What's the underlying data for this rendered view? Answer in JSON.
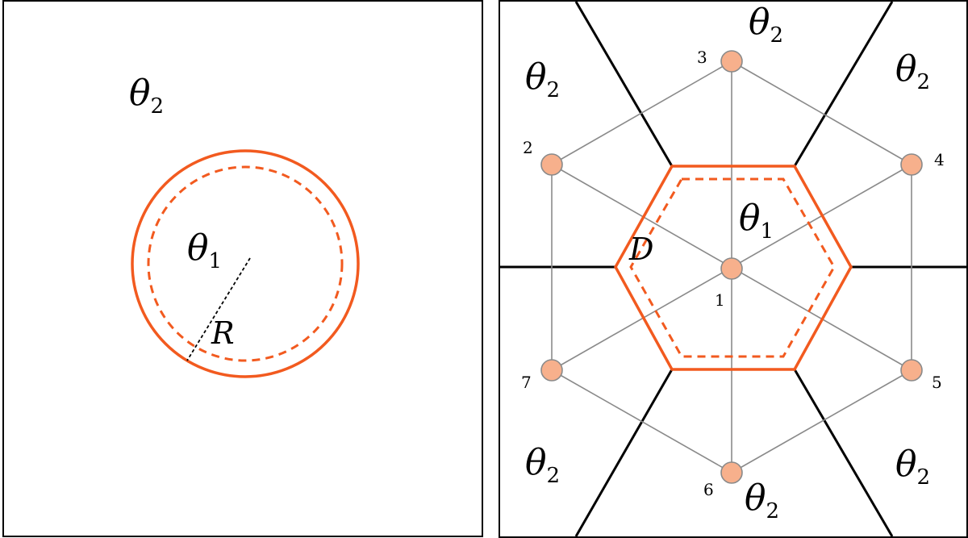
{
  "left": {
    "outer_label": {
      "main": "θ",
      "sub": "2"
    },
    "inner_label": {
      "main": "θ",
      "sub": "1"
    },
    "radius_label": "R"
  },
  "right": {
    "inner_label": {
      "main": "θ",
      "sub": "1"
    },
    "distance_label": "D",
    "outer_labels": [
      {
        "id": "top-left",
        "main": "θ",
        "sub": "2"
      },
      {
        "id": "top-mid",
        "main": "θ",
        "sub": "2"
      },
      {
        "id": "top-right",
        "main": "θ",
        "sub": "2"
      },
      {
        "id": "bottom-left",
        "main": "θ",
        "sub": "2"
      },
      {
        "id": "bottom-mid",
        "main": "θ",
        "sub": "2"
      },
      {
        "id": "bottom-right",
        "main": "θ",
        "sub": "2"
      }
    ],
    "nodes": [
      "1",
      "2",
      "3",
      "4",
      "5",
      "6",
      "7"
    ]
  },
  "colors": {
    "boundary": "#f25a1f",
    "node_fill": "#f7b08c",
    "node_stroke": "#8a8a8a",
    "connector": "#8a8a8a",
    "frame": "#000000"
  }
}
